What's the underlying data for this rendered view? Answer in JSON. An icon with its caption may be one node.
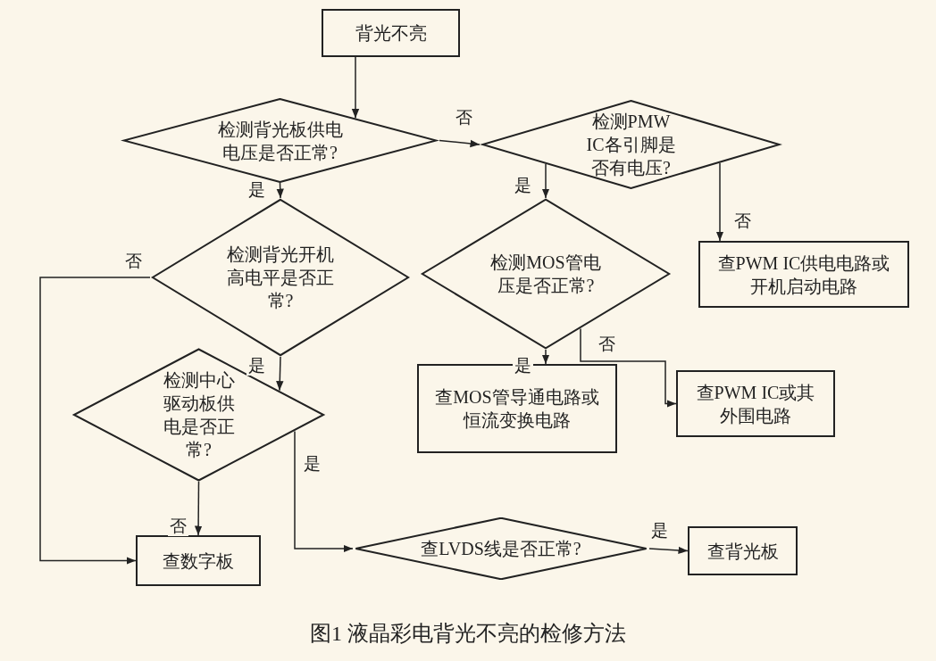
{
  "diagram": {
    "caption": "图1 液晶彩电背光不亮的检修方法",
    "nodes": [
      {
        "text": [
          "背光不亮"
        ]
      },
      {
        "text": [
          "检测背光板供电电压是否正常?"
        ]
      },
      {
        "text": [
          "检测PMW IC各引脚是否有电压?"
        ]
      },
      {
        "text": [
          "检测背光开机高电平是否正常?"
        ]
      },
      {
        "text": [
          "查PWM IC供电电路或开机启动电路"
        ]
      },
      {
        "text": [
          "检测MOS管电压是否正常?"
        ]
      },
      {
        "text": [
          "检测中心驱动板供电是否正常?"
        ]
      },
      {
        "text": [
          "查MOS管导通电路或恒流变换电路"
        ]
      },
      {
        "text": [
          "查PWM IC或其外围电路"
        ]
      },
      {
        "text": [
          "查数字板"
        ]
      },
      {
        "text": [
          "查LVDS线是否正常?"
        ]
      },
      {
        "text": [
          "查背光板"
        ]
      }
    ],
    "edges": [
      {
        "from": 0,
        "to": 1,
        "arrow": "to"
      },
      {
        "from": 1,
        "to": 2,
        "arrow": "to",
        "label": "否"
      },
      {
        "from": 1,
        "to": 3,
        "arrow": "to",
        "label": "是"
      },
      {
        "from": 2,
        "to": 4,
        "arrow": "to",
        "label": "否"
      },
      {
        "from": 2,
        "to": 5,
        "arrow": "to",
        "label": "是"
      },
      {
        "from": 3,
        "to": 6,
        "arrow": "to",
        "label": "是"
      },
      {
        "from": 3,
        "to": 9,
        "arrow": "to",
        "label": "否"
      },
      {
        "from": 5,
        "to": 7,
        "arrow": "to",
        "label": "是"
      },
      {
        "from": 5,
        "to": 8,
        "arrow": "to",
        "label": "否"
      },
      {
        "from": 6,
        "to": 9,
        "arrow": "to",
        "label": "否"
      },
      {
        "from": 6,
        "to": 10,
        "arrow": "to",
        "label": "是"
      },
      {
        "from": 10,
        "to": 11,
        "arrow": "to",
        "label": "是"
      }
    ]
  }
}
